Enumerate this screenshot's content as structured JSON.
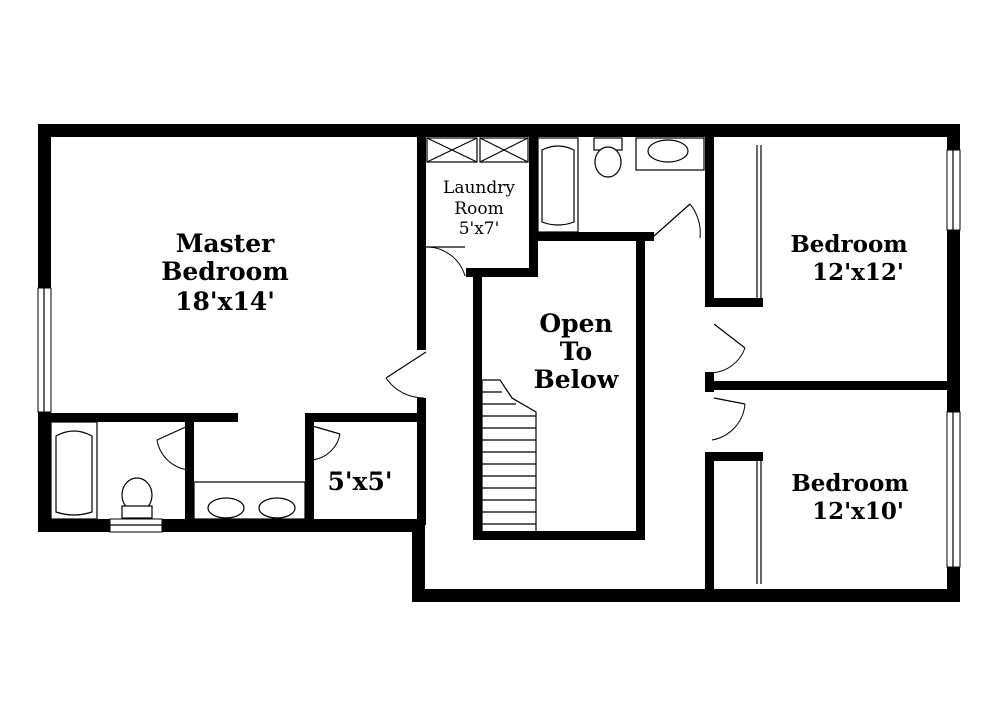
{
  "rooms": {
    "master": {
      "name_line1": "Master",
      "name_line2": "Bedroom",
      "size": "18'x14'"
    },
    "laundry": {
      "name_line1": "Laundry",
      "name_line2": "Room",
      "size": "5'x7'"
    },
    "open_below": {
      "line1": "Open",
      "line2": "To",
      "line3": "Below"
    },
    "bedroom_upper": {
      "name": "Bedroom",
      "size": "12'x12'"
    },
    "bedroom_lower": {
      "name": "Bedroom",
      "size": "12'x10'"
    },
    "closet": {
      "size": "5'x5'"
    }
  }
}
